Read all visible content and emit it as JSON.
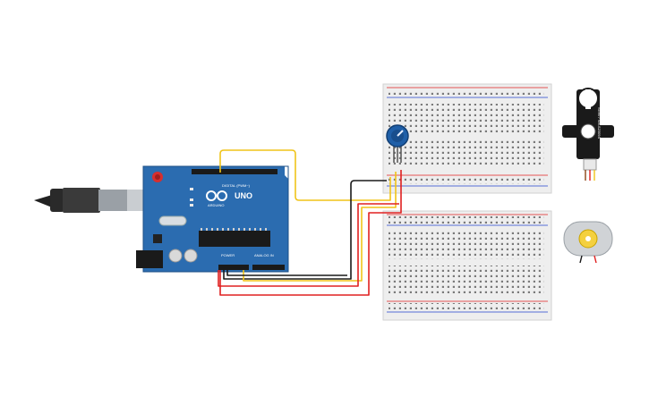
{
  "arduino": {
    "brand": "UNO",
    "logo_text": "ARDUINO",
    "digital_label": "DIGITAL (PWM~)",
    "power_label": "POWER",
    "analog_label": "ANALOG IN"
  },
  "servo": {
    "model": "SG90 / SM-S2309S"
  },
  "components": [
    "usb-cable",
    "arduino-uno",
    "breadboard-top",
    "breadboard-bottom",
    "potentiometer",
    "servo-motor",
    "dc-motor"
  ],
  "colors": {
    "board_blue": "#2b6cb0",
    "wire_yellow": "#f0c419",
    "wire_red": "#e02020",
    "wire_black": "#1a1a1a",
    "breadboard": "#eeeeee",
    "pot_blue": "#1f5fa8"
  }
}
